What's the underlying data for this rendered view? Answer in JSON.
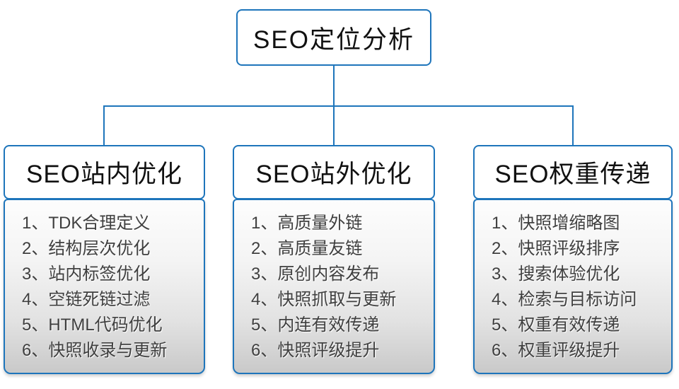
{
  "root": {
    "label": "SEO定位分析"
  },
  "columns": [
    {
      "header": "SEO站内优化",
      "items": [
        "1、TDK合理定义",
        "2、结构层次优化",
        "3、站内标签优化",
        "4、空链死链过滤",
        "5、HTML代码优化",
        "6、快照收录与更新"
      ]
    },
    {
      "header": "SEO站外优化",
      "items": [
        "1、高质量外链",
        "2、高质量友链",
        "3、原创内容发布",
        "4、快照抓取与更新",
        "5、内连有效传递",
        "6、快照评级提升"
      ]
    },
    {
      "header": "SEO权重传递",
      "items": [
        "1、快照增缩略图",
        "2、快照评级排序",
        "3、搜索体验优化",
        "4、检索与目标访问",
        "5、权重有效传递",
        "6、权重评级提升"
      ]
    }
  ],
  "colors": {
    "connector_and_border": "#1e75bb",
    "header_text": "#111111",
    "list_text": "#3f3f3f",
    "list_gradient_top": "#fdfdfd",
    "list_gradient_bottom": "#c9c9c9",
    "background": "#ffffff"
  }
}
